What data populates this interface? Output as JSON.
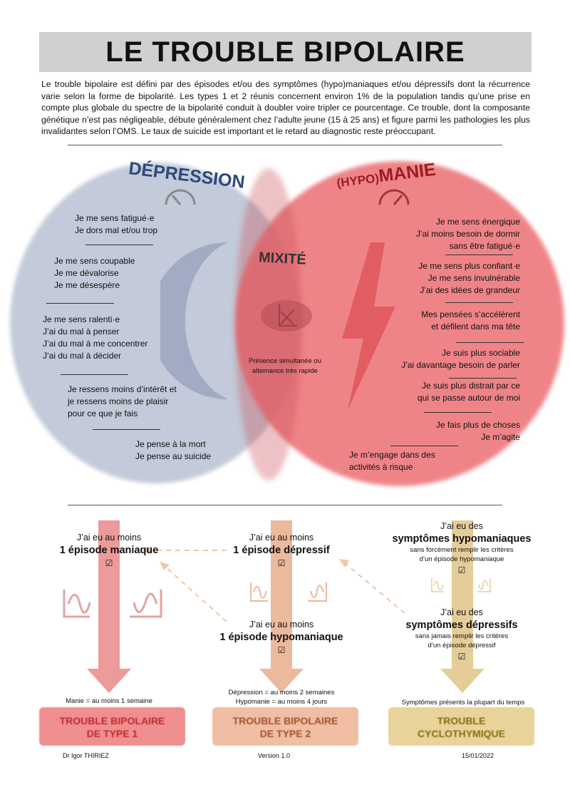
{
  "title": "LE TROUBLE BIPOLAIRE",
  "intro": "Le trouble bipolaire est défini par des épisodes et/ou des symptômes (hypo)maniaques et/ou dépressifs dont la récurrence varie selon la forme de bipolarité. Les types 1 et 2 réunis concernent environ 1% de la population tandis qu’une prise en compte plus globale du spectre de la bipolarité conduit à doubler voire tripler ce pourcentage. Ce trouble, dont la composante génétique n’est pas négligeable, débute généralement chez l’adulte jeune (15 à 25 ans) et figure parmi les pathologies les plus invalidantes selon l’OMS. Le taux de suicide est important et le retard au diagnostic reste préoccupant.",
  "depression": {
    "title": "DÉPRESSION",
    "color": "#2d4a7a",
    "groups": [
      [
        "Je me sens fatigué·e",
        "Je dors mal et/ou trop"
      ],
      [
        "Je me sens coupable",
        "Je me dévalorise",
        "Je me désespère"
      ],
      [
        "Je me sens ralenti·e",
        "J’ai du mal à penser",
        "J’ai du mal à me concentrer",
        "J’ai du mal à décider"
      ],
      [
        "Je ressens moins d’intérêt et",
        "je ressens moins de plaisir",
        "pour ce que je fais"
      ],
      [
        "Je pense à la mort",
        "Je pense au suicide"
      ]
    ]
  },
  "manie": {
    "title_prefix": "(HYPO)",
    "title_main": "MANIE",
    "color": "#9e1b22",
    "groups": [
      [
        "Je me sens énergique",
        "J’ai moins besoin de dormir",
        "sans être fatigué·e"
      ],
      [
        "Je me sens plus confiant·e",
        "Je me sens invulnérable",
        "J’ai des idées de grandeur"
      ],
      [
        "Mes pensées s’accélèrent",
        "et défilent dans ma tête"
      ],
      [
        "Je suis plus sociable",
        "J’ai davantage besoin de parler"
      ],
      [
        "Je suis plus distrait par ce",
        "qui se passe autour de moi"
      ],
      [
        "Je fais plus de choses",
        "Je m’agite"
      ],
      [
        "Je m’engage dans des",
        "activités à risque"
      ]
    ]
  },
  "mixite": {
    "title": "MIXITÉ",
    "desc1": "Présence simultanée ou",
    "desc2": "alternance très rapide"
  },
  "types": [
    {
      "color": "#ec9a9a",
      "q1a": "J’ai eu au moins",
      "q1b": "1 épisode maniaque",
      "duration": "Manie = au moins 1 semaine",
      "label1": "TROUBLE BIPOLAIRE",
      "label2": "DE TYPE 1",
      "box": "#f08f8f",
      "text": "#c0272d"
    },
    {
      "color": "#ebb99c",
      "q1a": "J’ai eu au moins",
      "q1b": "1 épisode dépressif",
      "q2a": "J’ai eu au moins",
      "q2b": "1 épisode hypomaniaque",
      "duration1": "Dépression = au moins 2 semaines",
      "duration2": "Hypomanie = au moins 4 jours",
      "label1": "TROUBLE BIPOLAIRE",
      "label2": "DE TYPE 2",
      "box": "#f0bea3",
      "text": "#a0522d"
    },
    {
      "color": "#e5cd9a",
      "q1a": "J’ai eu des",
      "q1b": "symptômes hypomaniaques",
      "q1c": "sans forcément remplir les critères",
      "q1d": "d’un épisode hypomaniaque",
      "q2a": "J’ai eu des",
      "q2b": "symptômes dépressifs",
      "q2c": "sans jamais remplir les critères",
      "q2d": "d’un épisode dépressif",
      "duration": "Symptômes présents la plupart du temps",
      "label1": "TROUBLE",
      "label2": "CYCLOTHYMIQUE",
      "box": "#e8d39a",
      "text": "#8a6a10"
    }
  ],
  "check": "☑",
  "footer": {
    "author": "Dr Igor THIRIEZ",
    "version": "Version 1.0",
    "date": "15/01/2022"
  }
}
